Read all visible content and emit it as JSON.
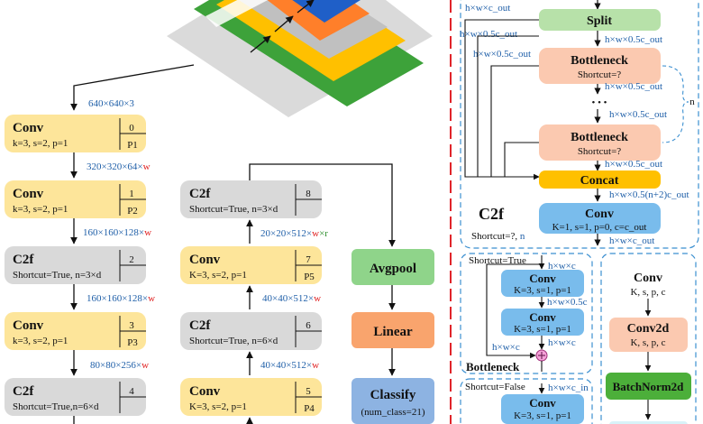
{
  "backbone": {
    "input_label": "640×640×3",
    "blocks": [
      {
        "name": "Conv",
        "params": "k=3, s=2, p=1",
        "index": "0",
        "tag": "P1"
      },
      {
        "name": "Conv",
        "params": "k=3, s=2, p=1",
        "index": "1",
        "tag": "P2"
      },
      {
        "name": "C2f",
        "params": "Shortcut=True, n=3×d",
        "index": "2",
        "tag": ""
      },
      {
        "name": "Conv",
        "params": "k=3, s=2, p=1",
        "index": "3",
        "tag": "P3"
      },
      {
        "name": "C2f",
        "params": "Shortcut=True,n=6×d",
        "index": "4",
        "tag": ""
      }
    ],
    "edges": [
      {
        "dims": "320×320×64×",
        "mult": "w"
      },
      {
        "dims": "160×160×128×",
        "mult": "w"
      },
      {
        "dims": "160×160×128×",
        "mult": "w"
      },
      {
        "dims": "80×80×256×",
        "mult": "w"
      }
    ]
  },
  "backbone_right": {
    "blocks": [
      {
        "name": "C2f",
        "params": "Shortcut=True, n=3×d",
        "index": "8",
        "tag": ""
      },
      {
        "name": "Conv",
        "params": "K=3, s=2, p=1",
        "index": "7",
        "tag": "P5"
      },
      {
        "name": "C2f",
        "params": "Shortcut=True, n=6×d",
        "index": "6",
        "tag": ""
      },
      {
        "name": "Conv",
        "params": "K=3, s=2, p=1",
        "index": "5",
        "tag": "P4"
      }
    ],
    "edges": [
      {
        "dims": "20×20×512×",
        "mult": "w",
        "extra": "×r"
      },
      {
        "dims": "40×40×512×",
        "mult": "w",
        "extra": ""
      },
      {
        "dims": "40×40×512×",
        "mult": "w",
        "extra": ""
      }
    ]
  },
  "head": {
    "avgpool": "Avgpool",
    "linear": "Linear",
    "classify": "Classify",
    "classify_sub": "(num_class=21)"
  },
  "c2f_detail": {
    "top_label": "h×w×c_out",
    "split": "Split",
    "split_out_left": "h×w×0.5c_out",
    "split_out_right": "h×w×0.5c_out",
    "left_branch_label": "h×w×0.5c_out",
    "bottleneck1": "Bottleneck",
    "bottleneck1_sub": "Shortcut=?",
    "after_b1": "h×w×0.5c_out",
    "dots": "• • •",
    "before_b2": "h×w×0.5c_out",
    "bottleneck2": "Bottleneck",
    "bottleneck2_sub": "Shortcut=?",
    "after_b2": "h×w×0.5c_out",
    "n_label": "n",
    "concat": "Concat",
    "concat_out": "h×w×0.5(n+2)c_out",
    "title": "C2f",
    "title_sub": "Shortcut=?,",
    "title_sub_n": "n",
    "conv": "Conv",
    "conv_sub": "K=1, s=1, p=0, c=c_out",
    "conv_out": "h×w×c_out"
  },
  "bottleneck_true": {
    "shortcut": "Shortcut=True",
    "in_label": "h×w×c",
    "conv1": "Conv",
    "conv1_sub": "K=3, s=1, p=1",
    "mid_label": "h×w×0.5c",
    "conv2": "Conv",
    "conv2_sub": "K=3, s=1, p=1",
    "out_label": "h×w×c",
    "skip_label": "h×w×c",
    "title": "Bottleneck"
  },
  "bottleneck_false": {
    "shortcut": "Shortcut=False",
    "in_label": "h×w×c_in",
    "conv": "Conv",
    "conv_sub": "K=3, s=1, p=1"
  },
  "conv_detail": {
    "title": "Conv",
    "title_sub": "K, s, p, c",
    "conv2d": "Conv2d",
    "conv2d_sub": "K, s, p, c",
    "bn": "BatchNorm2d"
  },
  "colors": {
    "conv_yellow": "#fde59a",
    "c2f_gray": "#d9d9d9",
    "head_green": "#8fd48a",
    "linear_orange": "#f9a46d",
    "classify_blue": "#8db3e2",
    "split_green": "#b7e1a9",
    "bottleneck_peach": "#fbc9b0",
    "concat_orange": "#ffc000",
    "conv_blue": "#79bcec",
    "dims_blue": "#1f5fa8",
    "mult_red": "#e02020",
    "divider_red": "#e0242a",
    "panel_dash_blue": "#3b8fd0"
  }
}
